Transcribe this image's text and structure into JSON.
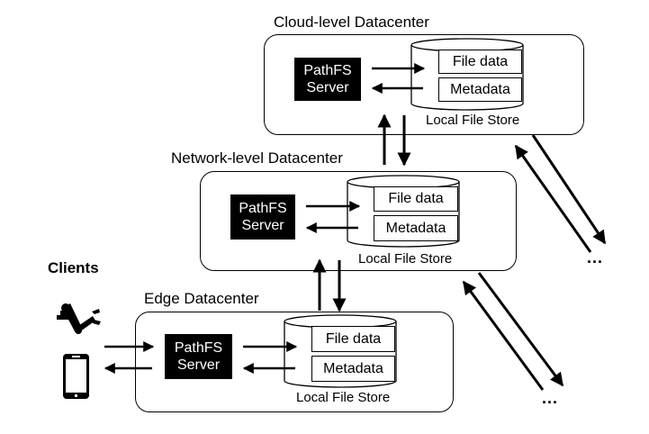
{
  "clients_label": "Clients",
  "more_marker": "...",
  "datacenters": [
    {
      "key": "cloud",
      "title": "Cloud-level Datacenter",
      "server_line1": "PathFS",
      "server_line2": "Server",
      "store_cell_1": "File data",
      "store_cell_2": "Metadata",
      "store_label": "Local File Store"
    },
    {
      "key": "network",
      "title": "Network-level Datacenter",
      "server_line1": "PathFS",
      "server_line2": "Server",
      "store_cell_1": "File data",
      "store_cell_2": "Metadata",
      "store_label": "Local File Store"
    },
    {
      "key": "edge",
      "title": "Edge Datacenter",
      "server_line1": "PathFS",
      "server_line2": "Server",
      "store_cell_1": "File data",
      "store_cell_2": "Metadata",
      "store_label": "Local File Store"
    }
  ],
  "icons": [
    "robot-arm-icon",
    "smartphone-icon"
  ],
  "colors": {
    "ink": "#000000",
    "background": "#ffffff"
  }
}
